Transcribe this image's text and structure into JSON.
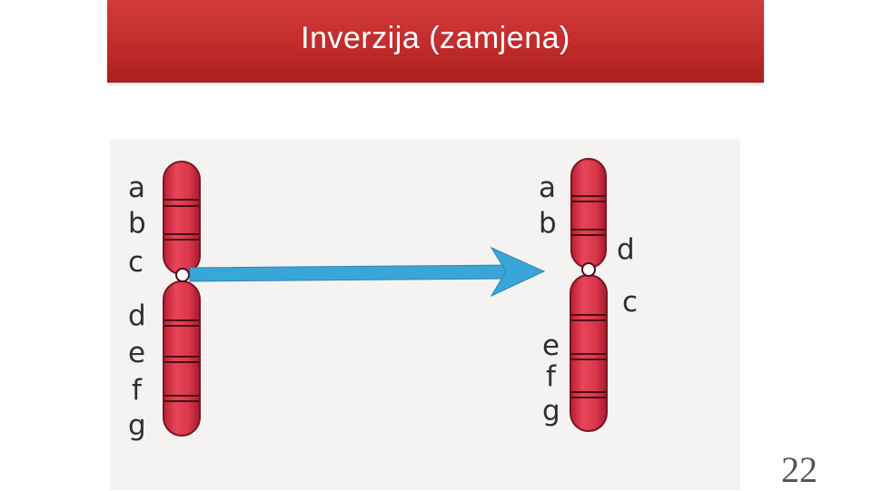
{
  "slide": {
    "title": "Inverzija (zamjena)",
    "page_number": "22"
  },
  "diagram": {
    "original_labels": [
      "a",
      "b",
      "c",
      "d",
      "e",
      "f",
      "g"
    ],
    "inverted_labels": [
      "a",
      "b",
      "d",
      "c",
      "e",
      "f",
      "g"
    ],
    "colors": {
      "title_bar": "#c12c2c",
      "chromosome": "#d9364a",
      "arrow": "#3aa6d8"
    }
  }
}
